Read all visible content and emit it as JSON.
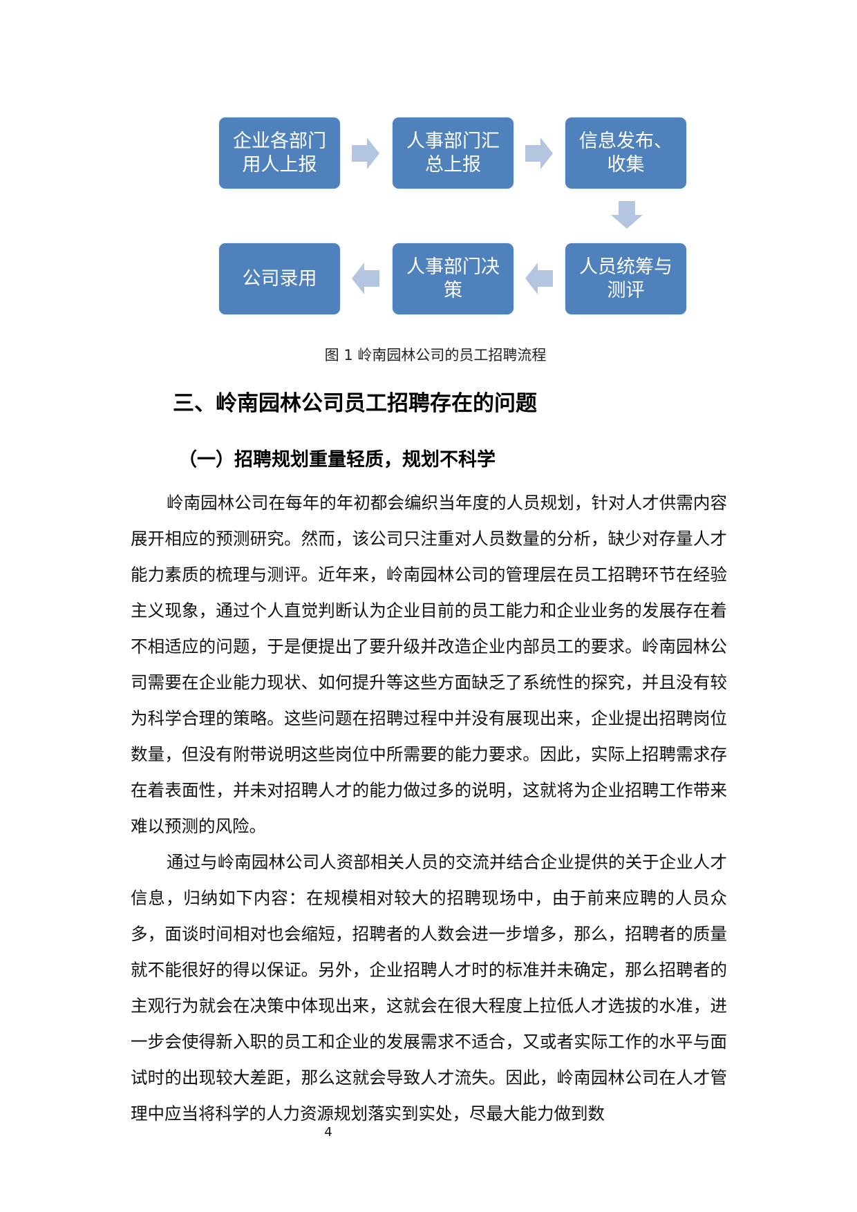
{
  "figure": {
    "boxes": [
      {
        "id": "step1",
        "text": "企业各部门用人上报"
      },
      {
        "id": "step2",
        "text": "人事部门汇总上报"
      },
      {
        "id": "step3",
        "text": "信息发布、收集"
      },
      {
        "id": "step4",
        "text": "人员统筹与测评"
      },
      {
        "id": "step5",
        "text": "人事部门决策"
      },
      {
        "id": "step6",
        "text": "公司录用"
      }
    ],
    "colors": {
      "box": "#4f81bd",
      "arrow": "#b4c6df",
      "box_text": "#ffffff"
    },
    "caption": "图 1 岭南园林公司的员工招聘流程"
  },
  "section": {
    "heading": "三、岭南园林公司员工招聘存在的问题",
    "subheading": "（一）招聘规划重量轻质，规划不科学",
    "paragraphs": [
      "岭南园林公司在每年的年初都会编织当年度的人员规划，针对人才供需内容展开相应的预测研究。然而，该公司只注重对人员数量的分析，缺少对存量人才能力素质的梳理与测评。近年来，岭南园林公司的管理层在员工招聘环节在经验主义现象，通过个人直觉判断认为企业目前的员工能力和企业业务的发展存在着不相适应的问题，于是便提出了要升级并改造企业内部员工的要求。岭南园林公司需要在企业能力现状、如何提升等这些方面缺乏了系统性的探究，并且没有较为科学合理的策略。这些问题在招聘过程中并没有展现出来，企业提出招聘岗位数量，但没有附带说明这些岗位中所需要的能力要求。因此，实际上招聘需求存在着表面性，并未对招聘人才的能力做过多的说明，这就将为企业招聘工作带来难以预测的风险。",
      "通过与岭南园林公司人资部相关人员的交流并结合企业提供的关于企业人才信息，归纳如下内容：在规模相对较大的招聘现场中，由于前来应聘的人员众多，面谈时间相对也会缩短，招聘者的人数会进一步增多，那么，招聘者的质量就不能很好的得以保证。另外，企业招聘人才时的标准并未确定，那么招聘者的主观行为就会在决策中体现出来，这就会在很大程度上拉低人才选拔的水准，进一步会使得新入职的员工和企业的发展需求不适合，又或者实际工作的水平与面试时的出现较大差距，那么这就会导致人才流失。因此，岭南园林公司在人才管理中应当将科学的人力资源规划落实到实处，尽最大能力做到数"
    ]
  },
  "page_number": "4"
}
